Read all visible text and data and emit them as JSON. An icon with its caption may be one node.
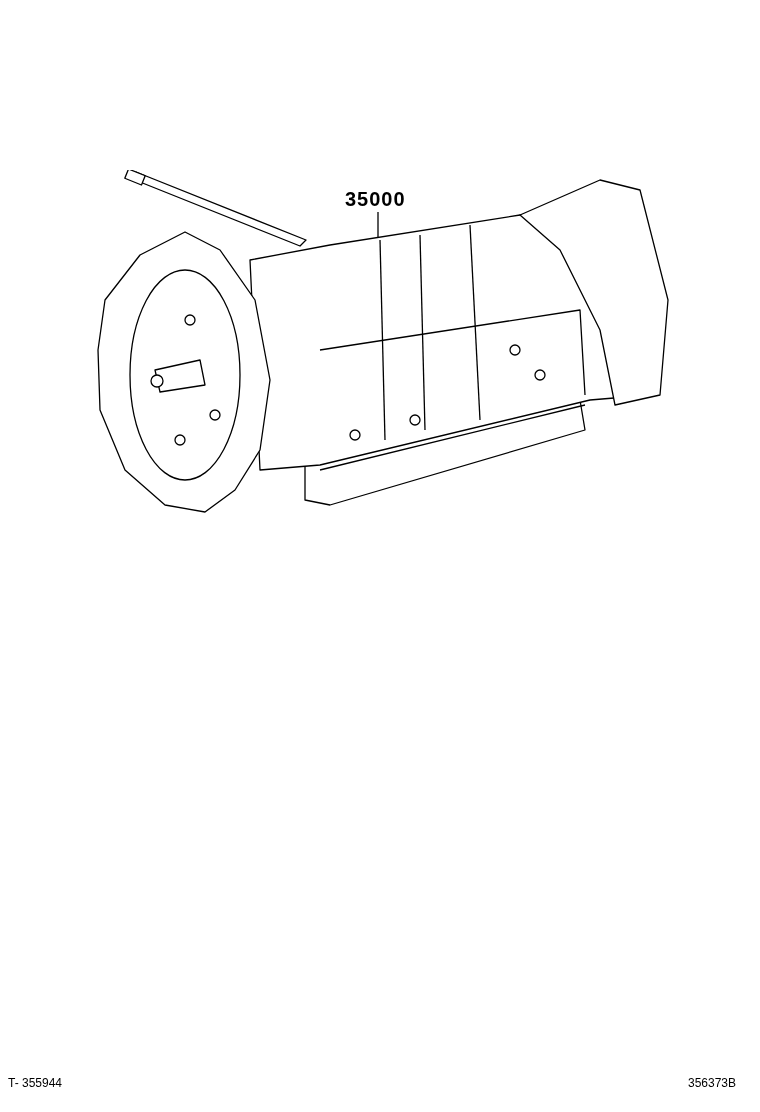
{
  "diagram": {
    "nodes": [
      {
        "text": [
          "35000"
        ]
      },
      {
        "text": [],
        "shape": "picture"
      }
    ],
    "edges": [
      {
        "from": 0,
        "to": 1,
        "arrow": "none"
      }
    ],
    "labels": [
      "T- 355944",
      "356373B"
    ]
  }
}
